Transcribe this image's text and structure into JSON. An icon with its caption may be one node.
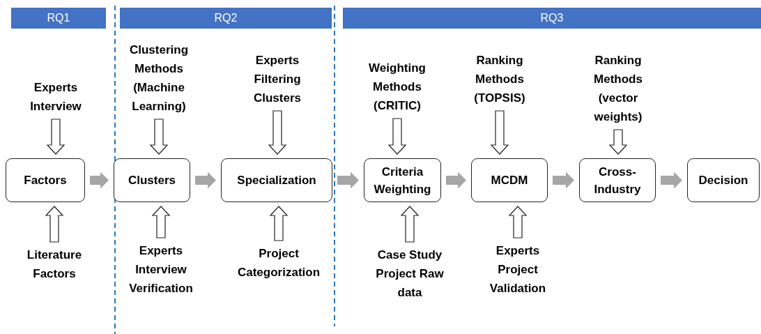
{
  "diagram": {
    "nodes": [
      {
        "text": [
          "RQ1"
        ]
      },
      {
        "text": [
          "RQ2"
        ]
      },
      {
        "text": [
          "RQ3"
        ]
      },
      {
        "text": [
          "Factors"
        ]
      },
      {
        "text": [
          "Clusters"
        ]
      },
      {
        "text": [
          "Specialization"
        ]
      },
      {
        "text": [
          "Criteria Weighting"
        ]
      },
      {
        "text": [
          "MCDM"
        ]
      },
      {
        "text": [
          "Cross-Industry"
        ]
      },
      {
        "text": [
          "Decision"
        ]
      },
      {
        "text": [
          "Experts Interview"
        ]
      },
      {
        "text": [
          "Literature Factors"
        ]
      },
      {
        "text": [
          "Clustering Methods (Machine Learning)"
        ]
      },
      {
        "text": [
          "Experts Interview Verification"
        ]
      },
      {
        "text": [
          "Experts Filtering Clusters"
        ]
      },
      {
        "text": [
          "Project Categorization"
        ]
      },
      {
        "text": [
          "Weighting Methods (CRITIC)"
        ]
      },
      {
        "text": [
          "Case Study Project Raw data"
        ]
      },
      {
        "text": [
          "Ranking Methods (TOPSIS)"
        ]
      },
      {
        "text": [
          "Experts Project Validation"
        ]
      },
      {
        "text": [
          "Ranking Methods (vector weights)"
        ]
      }
    ],
    "edges": [
      {
        "from": 10,
        "to": 3,
        "arrow": "to"
      },
      {
        "from": 11,
        "to": 3,
        "arrow": "to"
      },
      {
        "from": 12,
        "to": 4,
        "arrow": "to"
      },
      {
        "from": 13,
        "to": 4,
        "arrow": "to"
      },
      {
        "from": 14,
        "to": 5,
        "arrow": "to"
      },
      {
        "from": 15,
        "to": 5,
        "arrow": "to"
      },
      {
        "from": 16,
        "to": 6,
        "arrow": "to"
      },
      {
        "from": 17,
        "to": 6,
        "arrow": "to"
      },
      {
        "from": 18,
        "to": 7,
        "arrow": "to"
      },
      {
        "from": 19,
        "to": 7,
        "arrow": "to"
      },
      {
        "from": 20,
        "to": 8,
        "arrow": "to"
      },
      {
        "from": 3,
        "to": 4,
        "arrow": "to",
        "color": "#a6a6a6"
      },
      {
        "from": 4,
        "to": 5,
        "arrow": "to",
        "color": "#a6a6a6"
      },
      {
        "from": 5,
        "to": 6,
        "arrow": "to",
        "color": "#a6a6a6"
      },
      {
        "from": 6,
        "to": 7,
        "arrow": "to",
        "color": "#a6a6a6"
      },
      {
        "from": 7,
        "to": 8,
        "arrow": "to",
        "color": "#a6a6a6"
      },
      {
        "from": 8,
        "to": 9,
        "arrow": "to",
        "color": "#a6a6a6"
      }
    ]
  }
}
